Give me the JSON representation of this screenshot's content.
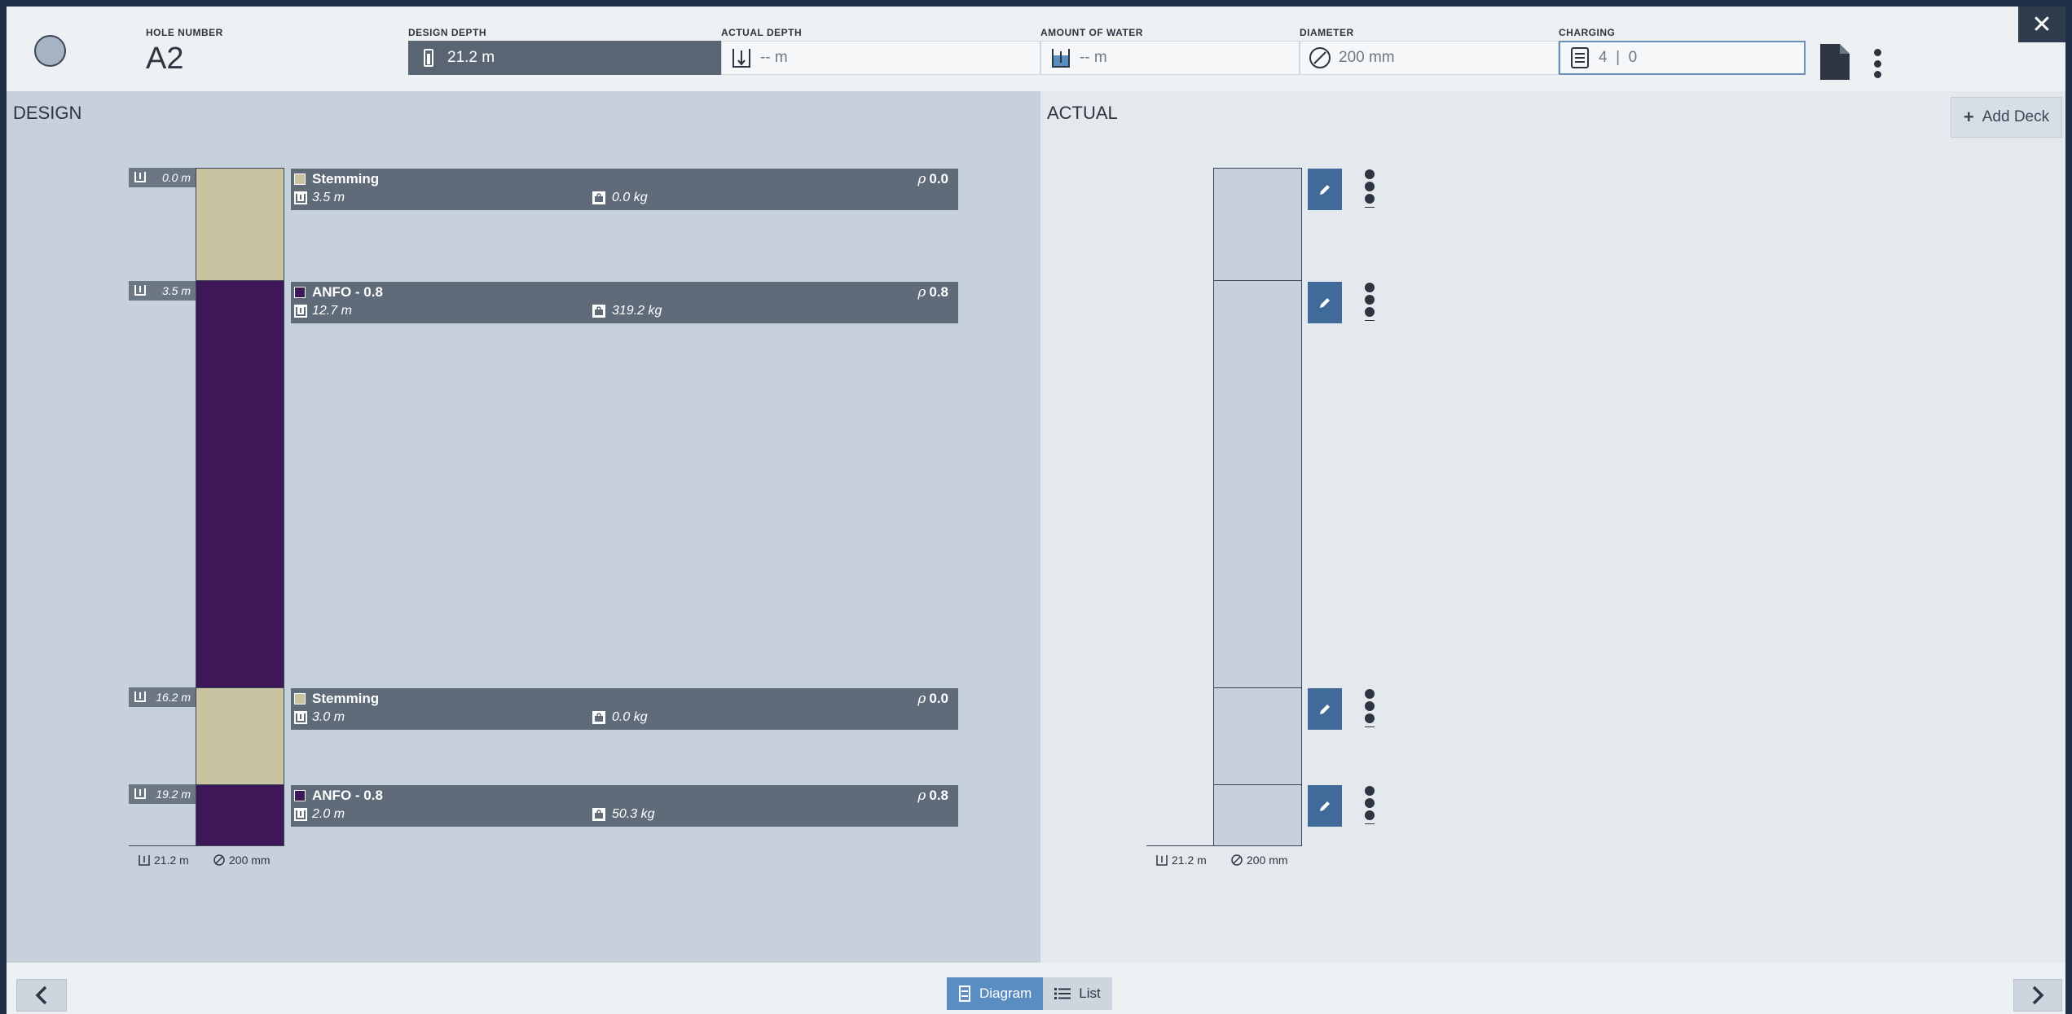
{
  "header": {
    "hole_number_label": "HOLE NUMBER",
    "hole_number": "A2",
    "design_depth_label": "DESIGN DEPTH",
    "design_depth": "21.2 m",
    "actual_depth_label": "ACTUAL DEPTH",
    "actual_depth_placeholder": "-- m",
    "water_label": "AMOUNT OF WATER",
    "water_placeholder": "-- m",
    "diameter_label": "DIAMETER",
    "diameter_placeholder": "200 mm",
    "charging_label": "CHARGING",
    "charging_value": "4  |  0"
  },
  "design": {
    "title": "DESIGN",
    "decks": [
      {
        "depth_tag": "0.0 m",
        "name": "Stemming",
        "rho": "0.0",
        "length": "3.5 m",
        "weight": "0.0 kg",
        "color": "#c9c3a2"
      },
      {
        "depth_tag": "3.5 m",
        "name": "ANFO - 0.8",
        "rho": "0.8",
        "length": "12.7 m",
        "weight": "319.2 kg",
        "color": "#3e1758"
      },
      {
        "depth_tag": "16.2 m",
        "name": "Stemming",
        "rho": "0.0",
        "length": "3.0 m",
        "weight": "0.0 kg",
        "color": "#c9c3a2"
      },
      {
        "depth_tag": "19.2 m",
        "name": "ANFO - 0.8",
        "rho": "0.8",
        "length": "2.0 m",
        "weight": "50.3 kg",
        "color": "#3e1758"
      }
    ],
    "footer_depth": "21.2 m",
    "footer_diameter": "200 mm"
  },
  "actual": {
    "title": "ACTUAL",
    "add_deck_label": "Add Deck",
    "footer_depth": "21.2 m",
    "footer_diameter": "200 mm"
  },
  "bottom": {
    "diagram_label": "Diagram",
    "list_label": "List"
  },
  "colors": {
    "stemming": "#c9c3a2",
    "anfo": "#3e1758",
    "accent": "#5a8ec2",
    "edit_button": "#3f6a9a"
  }
}
